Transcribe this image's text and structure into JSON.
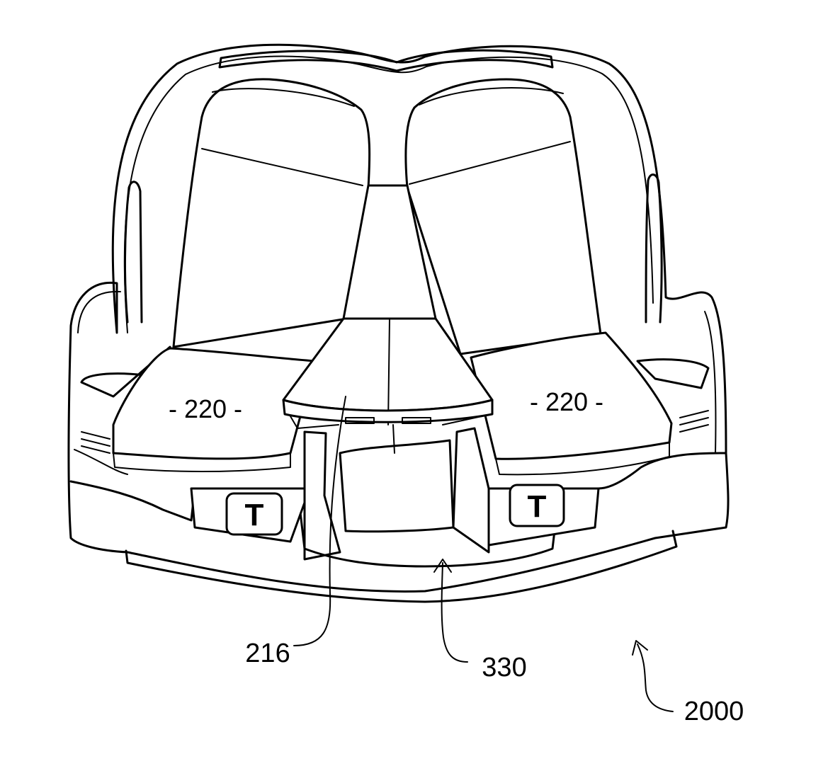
{
  "labels": {
    "seat_left": "- 220 -",
    "seat_right": "- 220 -",
    "ref_216": "216",
    "ref_330": "330",
    "ref_2000": "2000"
  },
  "icons": {
    "t_logo_left": "T",
    "t_logo_right": "T"
  }
}
